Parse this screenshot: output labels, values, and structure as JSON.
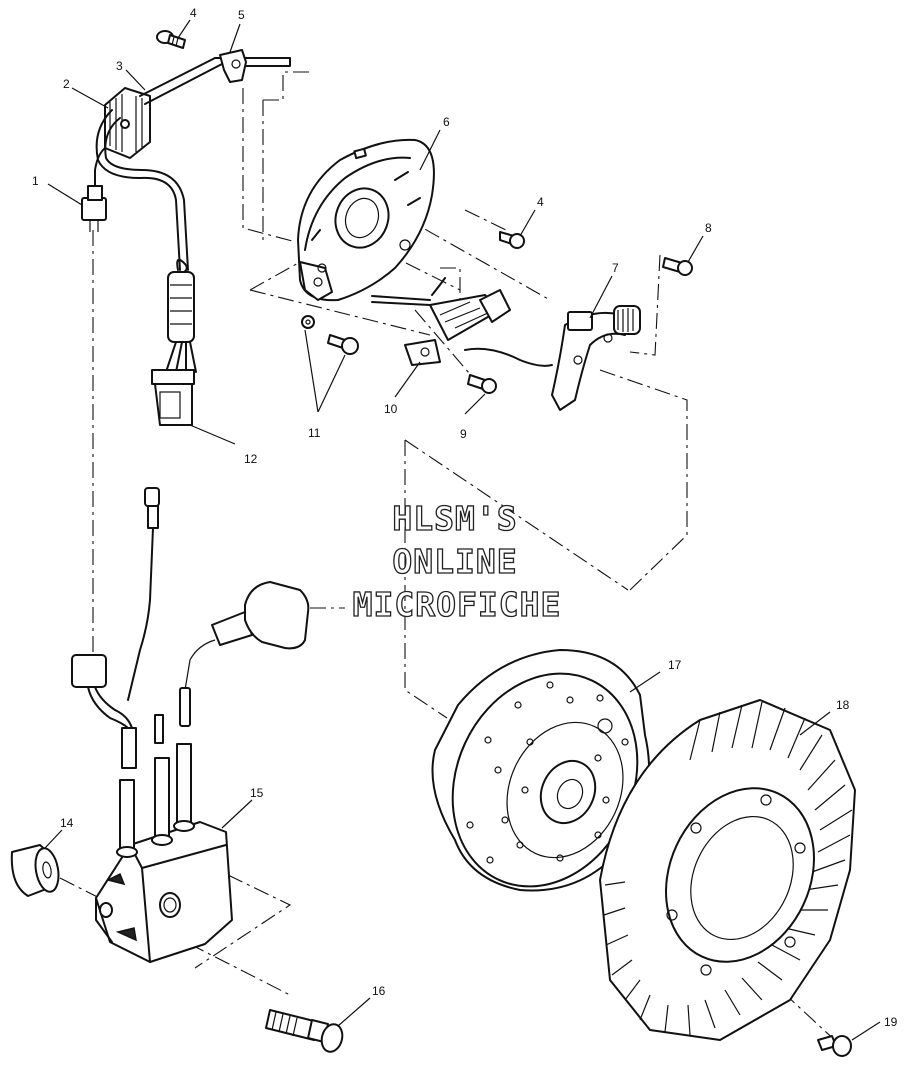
{
  "watermark": {
    "line1": "HLSM'S",
    "line2": "ONLINE",
    "line3": "MICROFICHE"
  },
  "callouts": {
    "c1": "1",
    "c2": "2",
    "c3": "3",
    "c4a": "4",
    "c4b": "4",
    "c5": "5",
    "c6": "6",
    "c7": "7",
    "c8": "8",
    "c9": "9",
    "c10": "10",
    "c11": "11",
    "c12": "12",
    "c14": "14",
    "c15": "15",
    "c16": "16",
    "c17": "17",
    "c18": "18",
    "c19": "19"
  }
}
